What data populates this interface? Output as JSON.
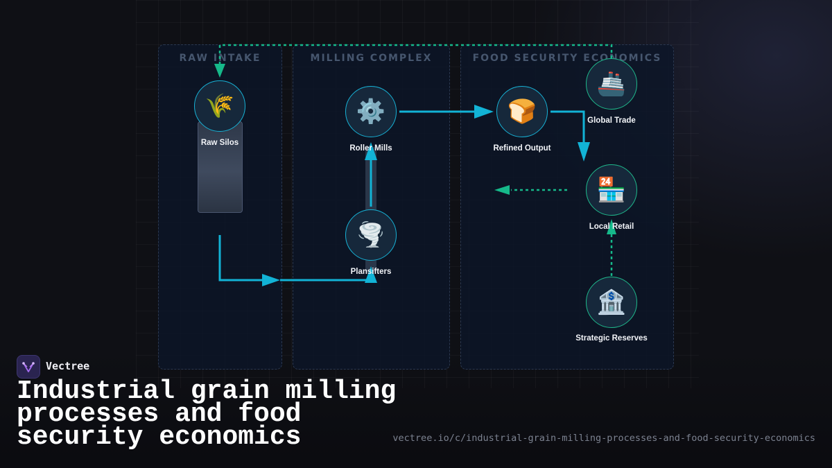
{
  "panels": {
    "raw_intake": "RAW INTAKE",
    "milling_complex": "MILLING COMPLEX",
    "food_security": "FOOD SECURITY ECONOMICS"
  },
  "nodes": {
    "raw_silos": {
      "label": "Raw Silos",
      "icon": "wheat-icon",
      "glyph": "🌾"
    },
    "roller_mills": {
      "label": "Roller Mills",
      "icon": "gear-icon",
      "glyph": "⚙️"
    },
    "plansifters": {
      "label": "Plansifters",
      "icon": "tornado-icon",
      "glyph": "🌪️"
    },
    "refined_output": {
      "label": "Refined Output",
      "icon": "bread-icon",
      "glyph": "🍞"
    },
    "global_trade": {
      "label": "Global Trade",
      "icon": "ship-icon",
      "glyph": "🚢"
    },
    "local_retail": {
      "label": "Local Retail",
      "icon": "store-icon",
      "glyph": "🏪"
    },
    "strategic_reserves": {
      "label": "Strategic Reserves",
      "icon": "bank-icon",
      "glyph": "🏦"
    }
  },
  "colors": {
    "process_flow": "#12b3d6",
    "market_flow": "#16b98a",
    "panel_border": "#2b3850",
    "background": "#0f1015"
  },
  "footer": {
    "brand": "Vectree",
    "title": "Industrial grain milling processes and food security economics",
    "url": "vectree.io/c/industrial-grain-milling-processes-and-food-security-economics"
  }
}
